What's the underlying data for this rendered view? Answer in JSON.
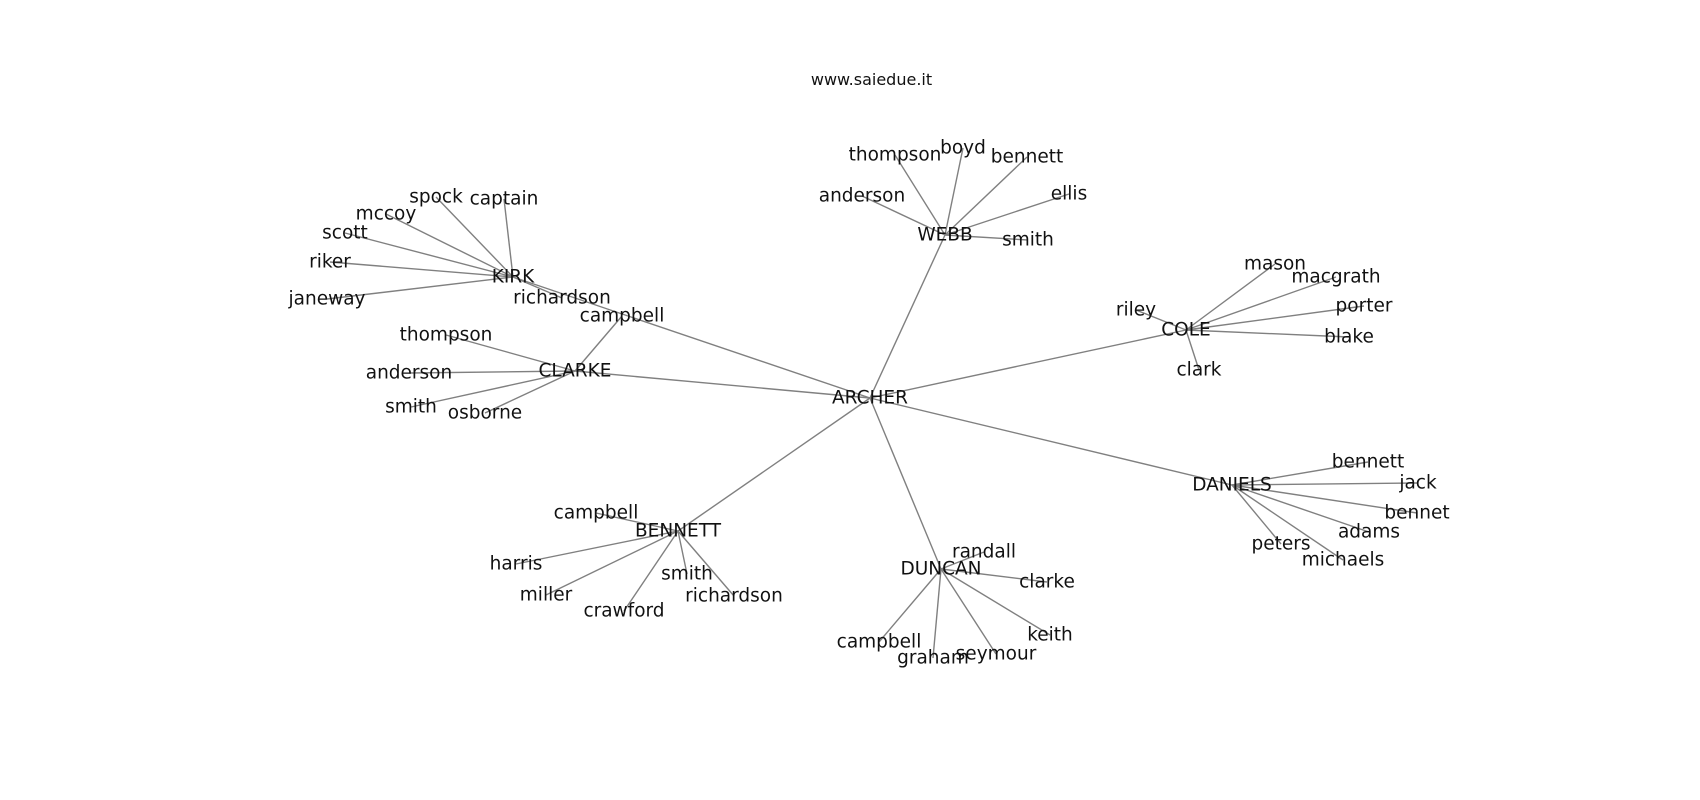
{
  "title": "www.saiedue.it",
  "graph": {
    "center": "ARCHER",
    "hubs": [
      {
        "id": "WEBB",
        "label": "WEBB",
        "children": [
          "thompson",
          "boyd",
          "bennett",
          "ellis",
          "anderson",
          "smith"
        ]
      },
      {
        "id": "KIRK",
        "label": "KIRK",
        "children": [
          "spock",
          "captain",
          "mccoy",
          "scott",
          "riker",
          "janeway",
          "richardson"
        ]
      },
      {
        "id": "CLARKE",
        "label": "CLARKE",
        "children": [
          "campbell",
          "thompson",
          "anderson",
          "smith",
          "osborne"
        ]
      },
      {
        "id": "COLE",
        "label": "COLE",
        "children": [
          "mason",
          "macgrath",
          "riley",
          "porter",
          "blake",
          "clark"
        ]
      },
      {
        "id": "DANIELS",
        "label": "DANIELS",
        "children": [
          "bennett",
          "jack",
          "bennet",
          "adams",
          "peters",
          "michaels"
        ]
      },
      {
        "id": "BENNETT",
        "label": "BENNETT",
        "children": [
          "campbell",
          "harris",
          "smith",
          "miller",
          "richardson",
          "crawford"
        ]
      },
      {
        "id": "DUNCAN",
        "label": "DUNCAN",
        "children": [
          "randall",
          "clarke",
          "keith",
          "campbell",
          "seymour",
          "graham"
        ]
      }
    ]
  }
}
